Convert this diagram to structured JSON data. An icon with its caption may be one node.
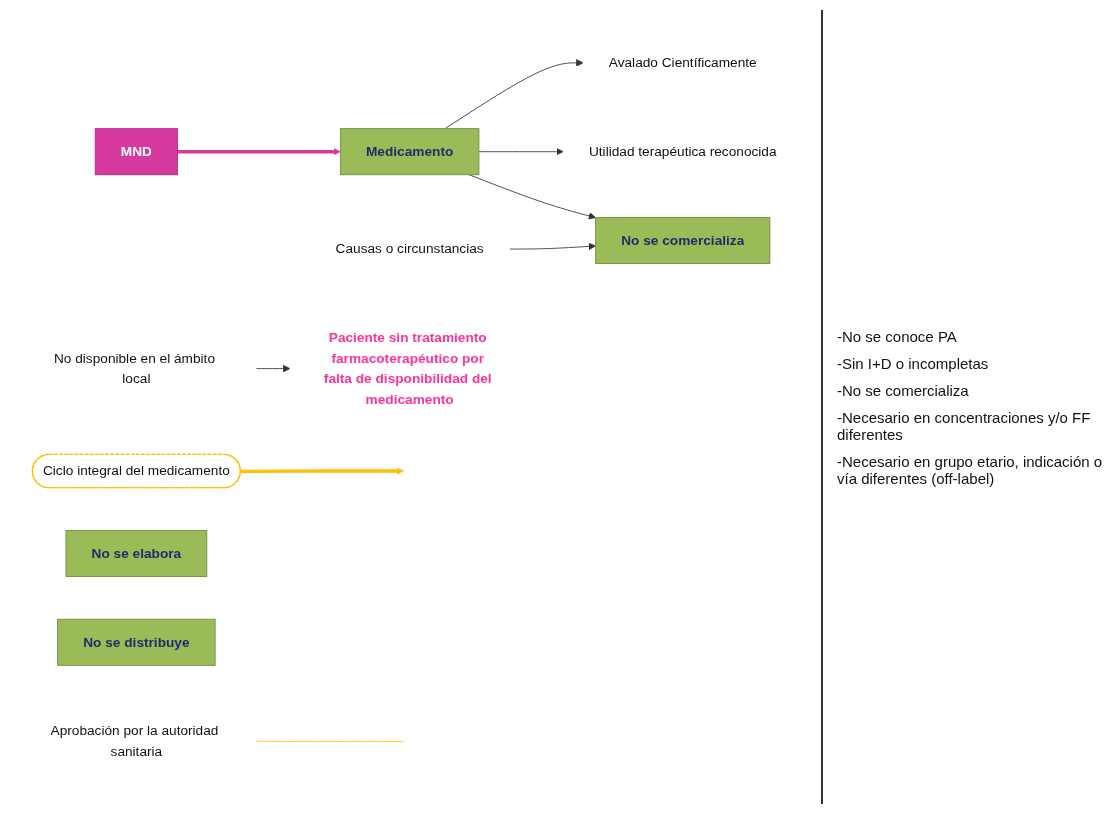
{
  "diagram": {
    "nodes": [
      {
        "text": [
          "MND"
        ]
      },
      {
        "text": [
          "Medicamento"
        ]
      },
      {
        "text": [
          "Avalado Científicamente"
        ]
      },
      {
        "text": [
          "Utilidad terapéutica reconocida"
        ]
      },
      {
        "text": [
          "Ciclo integral del medicamento"
        ]
      },
      {
        "text": [
          "Aprobación por la autoridad sanitaria"
        ]
      },
      {
        "text": [
          "Causas o circunstancias"
        ]
      },
      {
        "text": [
          "No se comercializa"
        ]
      },
      {
        "text": [
          "No se elabora"
        ]
      },
      {
        "text": [
          "No se distribuye"
        ]
      },
      {
        "text": [
          "No disponible en el ámbito local"
        ]
      },
      {
        "text": [
          "Paciente sin tratamiento farmacoterapéutico por falta de disponibilidad del medicamento"
        ]
      }
    ],
    "edges": [
      {
        "from": 0,
        "to": 1,
        "arrow": "to",
        "style": "thick",
        "color": "#d63a9e"
      },
      {
        "from": 1,
        "to": 2,
        "arrow": "to"
      },
      {
        "from": 1,
        "to": 3,
        "arrow": "to"
      },
      {
        "from": 1,
        "to": 7,
        "arrow": "to"
      },
      {
        "from": 6,
        "to": 7,
        "arrow": "to"
      },
      {
        "from": 4,
        "to": null,
        "arrow": "to",
        "style": "thick",
        "color": "#ffc000"
      },
      {
        "from": 5,
        "to": null,
        "arrow": "none",
        "color": "#ffc000"
      },
      {
        "from": 10,
        "to": 11,
        "arrow": "to"
      }
    ],
    "labels": [
      "-No se conoce PA",
      "-Sin I+D  o incompletas",
      "-No se comercializa",
      "-Necesario en concentraciones y/o FF diferentes",
      "-Necesario en grupo etario, indicación o vía diferentes  (off-label)"
    ]
  }
}
